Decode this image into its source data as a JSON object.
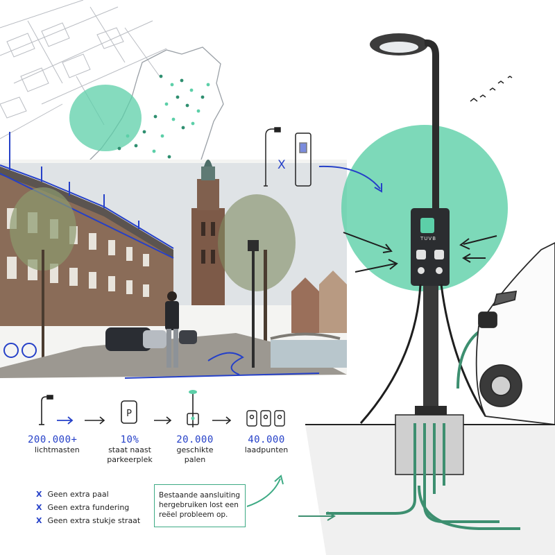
{
  "stats": [
    {
      "value": "200.000+",
      "label": "lichtmasten",
      "icon": "street-light-icon"
    },
    {
      "value": "10%",
      "label": "staat naast parkeerplek",
      "icon": "parking-sign-icon"
    },
    {
      "value": "20.000",
      "label": "geschikte palen",
      "icon": "charger-pole-icon"
    },
    {
      "value": "40.000",
      "label": "laadpunten",
      "icon": "charge-points-icon"
    }
  ],
  "benefits": [
    "Geen extra paal",
    "Geen extra fundering",
    "Geen extra stukje straat"
  ],
  "benefit_marker": "X",
  "note": "Bestaande aansluiting hergebruiken lost een reëel probleem op.",
  "combine_marker": "X",
  "charger_display": "TUVB",
  "colors": {
    "accent_blue": "#2540c8",
    "accent_green": "#5ccfa8",
    "ink": "#222222"
  }
}
